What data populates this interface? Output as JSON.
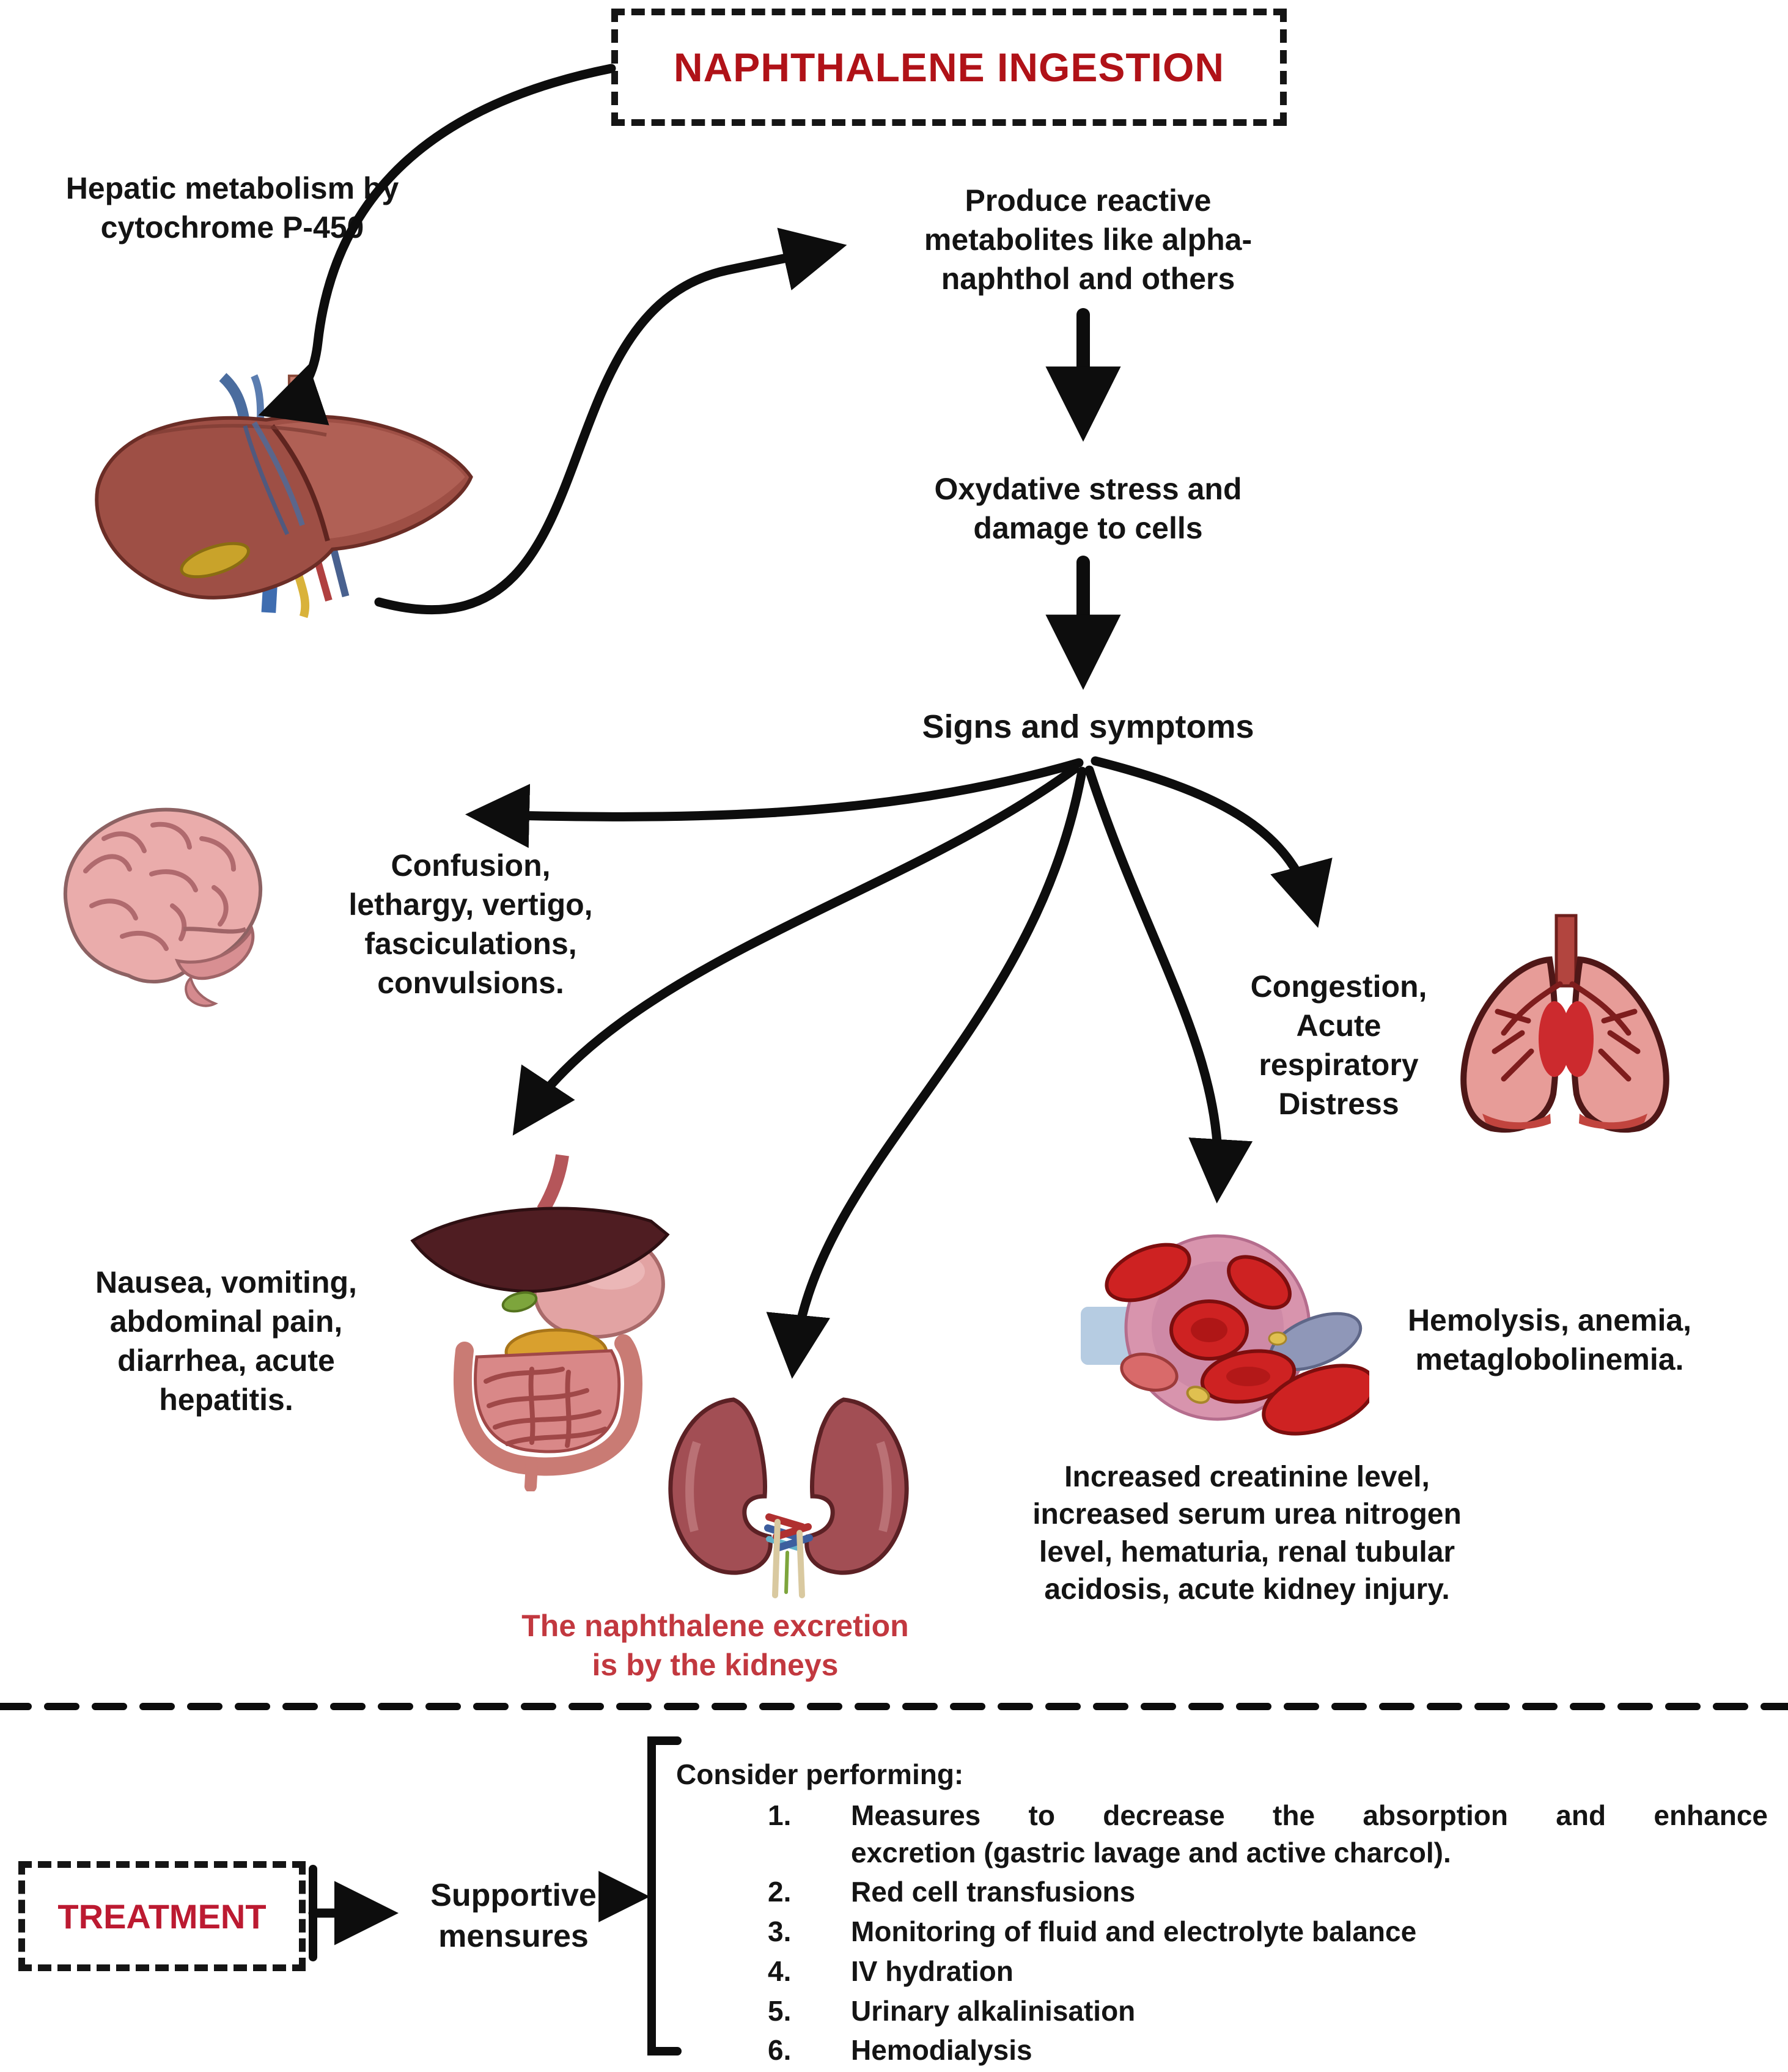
{
  "colors": {
    "ink": "#141414",
    "red_title": "#b01218",
    "red_treatment": "#bc1a31",
    "red_caption": "#c2383f"
  },
  "title_box": {
    "label": "NAPHTHALENE INGESTION"
  },
  "flow": {
    "hepatic": {
      "lines": [
        "Hepatic metabolism by",
        "cytochrome P-450"
      ]
    },
    "metabolites": {
      "lines": [
        "Produce reactive",
        "metabolites like alpha-",
        "naphthol and others"
      ]
    },
    "oxidative": {
      "lines": [
        "Oxydative stress and",
        "damage to cells"
      ]
    },
    "signs": {
      "label": "Signs and symptoms"
    },
    "brain": {
      "lines": [
        "Confusion,",
        "lethargy, vertigo,",
        "fasciculations,",
        "convulsions."
      ]
    },
    "lungs": {
      "lines": [
        "Congestion,",
        "Acute",
        "respiratory",
        "Distress"
      ]
    },
    "gi": {
      "lines": [
        "Nausea, vomiting,",
        "abdominal pain,",
        "diarrhea, acute",
        "hepatitis."
      ]
    },
    "blood": {
      "lines": [
        "Hemolysis, anemia,",
        "metaglobolinemia."
      ]
    },
    "kidney_labs": {
      "lines": [
        "Increased creatinine level,",
        "increased serum urea nitrogen",
        "level, hematuria, renal tubular",
        "acidosis, acute kidney injury."
      ]
    },
    "kidney_caption": {
      "lines": [
        "The naphthalene excretion",
        "is by the kidneys"
      ]
    }
  },
  "treatment": {
    "box_label": "TREATMENT",
    "supportive": {
      "lines": [
        "Supportive",
        "mensures"
      ]
    },
    "consider_label": "Consider performing:",
    "items": [
      {
        "num": "1.",
        "lines": [
          "Measures to decrease the absorption and enhance",
          "excretion (gastric lavage and active charcol)."
        ]
      },
      {
        "num": "2.",
        "lines": [
          "Red cell transfusions"
        ]
      },
      {
        "num": "3.",
        "lines": [
          "Monitoring of fluid and electrolyte balance"
        ]
      },
      {
        "num": "4.",
        "lines": [
          "IV hydration"
        ]
      },
      {
        "num": "5.",
        "lines": [
          "Urinary alkalinisation"
        ]
      },
      {
        "num": "6.",
        "lines": [
          "Hemodialysis"
        ]
      }
    ]
  },
  "illustrations": [
    "liver",
    "brain",
    "lungs",
    "digestive-tract",
    "kidneys",
    "blood-cells"
  ]
}
